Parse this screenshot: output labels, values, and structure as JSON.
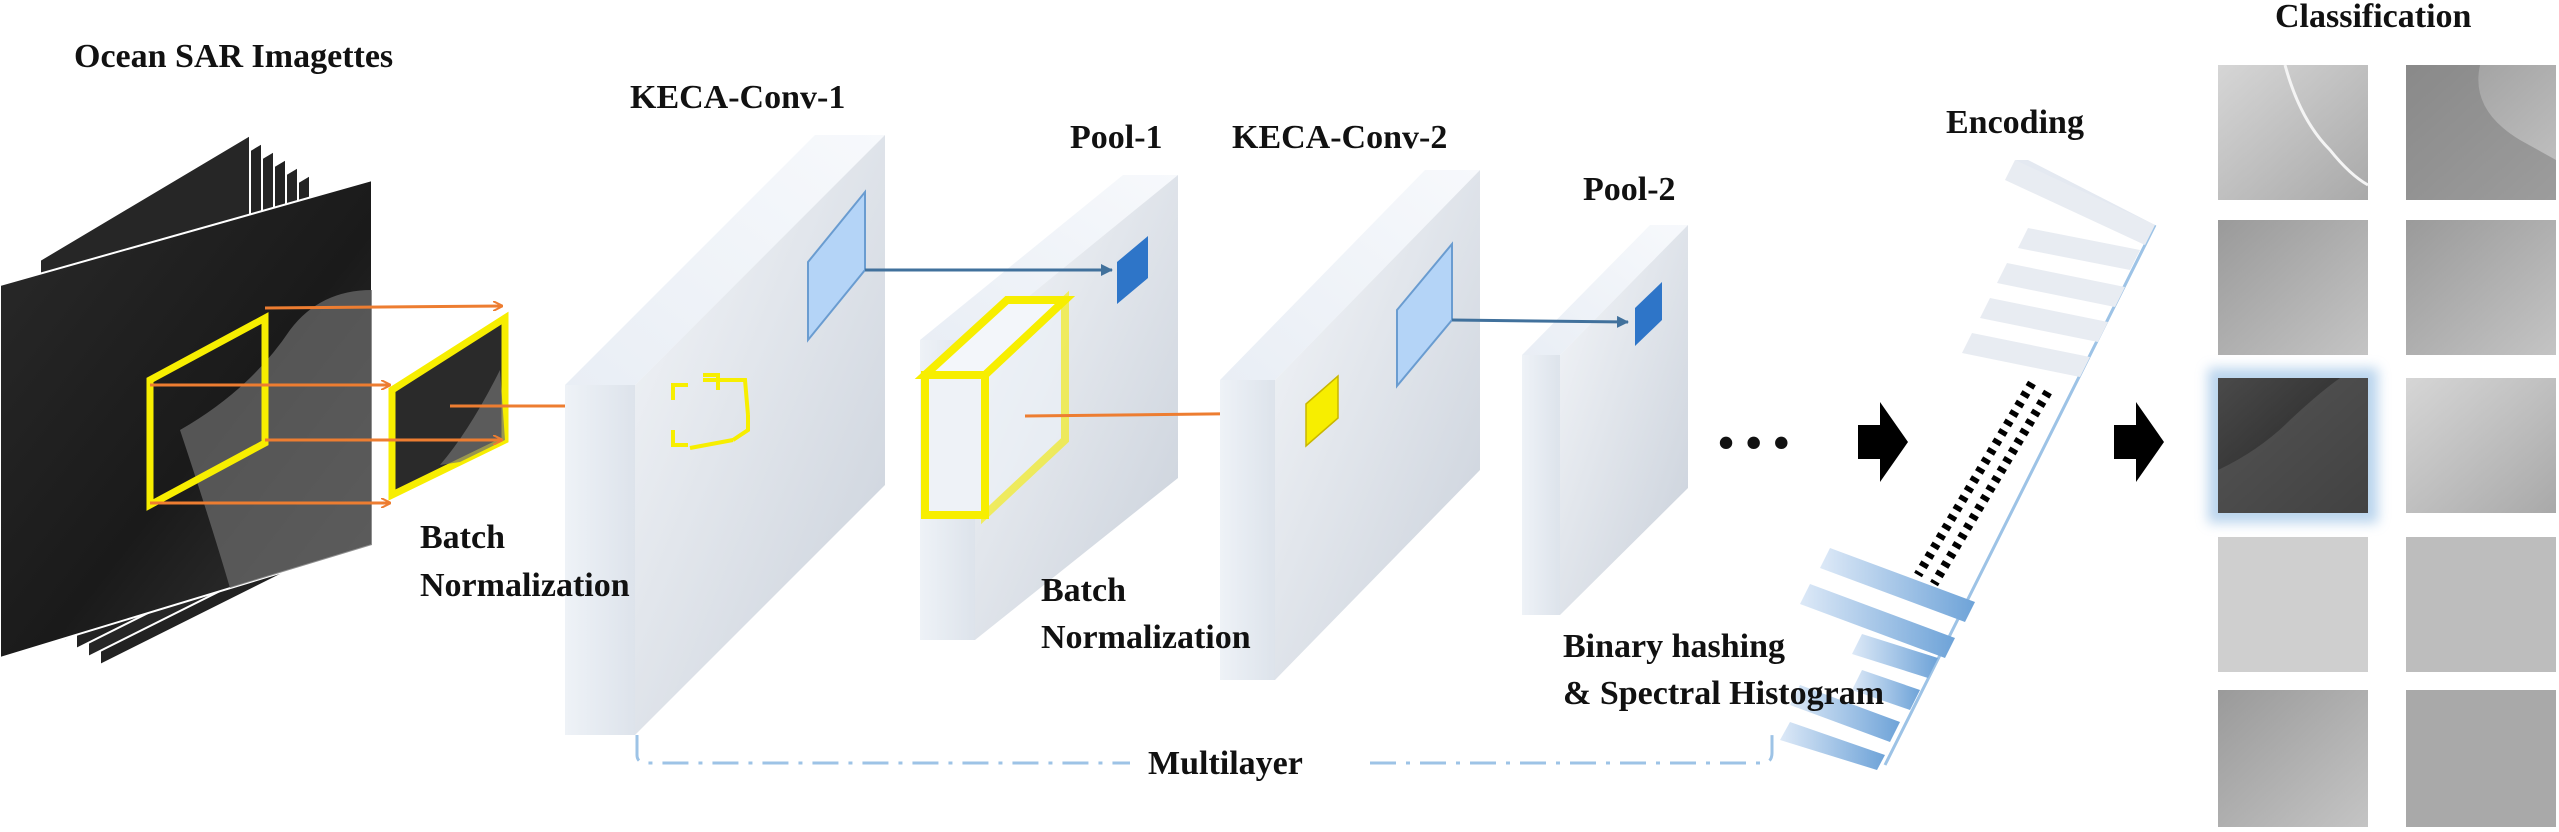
{
  "labels": {
    "input_title": "Ocean SAR Imagettes",
    "conv1": "KECA-Conv-1",
    "pool1": "Pool-1",
    "conv2": "KECA-Conv-2",
    "pool2": "Pool-2",
    "encoding": "Encoding",
    "classification": "Classification",
    "batch_norm_1_line1": "Batch",
    "batch_norm_1_line2": "Normalization",
    "batch_norm_2_line1": "Batch",
    "batch_norm_2_line2": "Normalization",
    "binary_line1": "Binary hashing",
    "binary_line2": "& Spectral Histogram",
    "multilayer": "Multilayer",
    "ellipsis": "• • •"
  },
  "colors": {
    "highlight_yellow": "#f7ee00",
    "arrow_orange": "#ed7d31",
    "arrow_blue": "#41719c",
    "patch_light_blue": "#b4d4f7",
    "patch_dark_blue": "#2e75c8",
    "slab_face": "#e4e9f1",
    "dashed_line": "#9dc3e6"
  }
}
